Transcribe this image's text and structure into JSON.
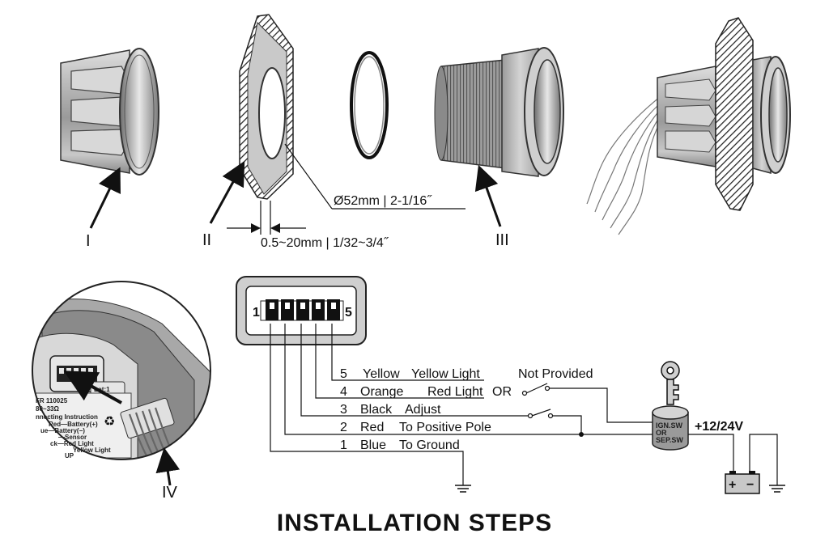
{
  "parts": {
    "part1_label": "I",
    "part2_label": "II",
    "part3_label": "III",
    "part4_label": "IV"
  },
  "dimensions": {
    "hole_diameter": "Ø52mm | 2-1/16˝",
    "panel_thickness": "0.5~20mm | 1/32~3/4˝"
  },
  "wiring": [
    {
      "num": "5",
      "color": "Yellow",
      "function": "Yellow Light"
    },
    {
      "num": "4",
      "color": "Orange",
      "function": "Red Light"
    },
    {
      "num": "3",
      "color": "Black",
      "function": "Adjust"
    },
    {
      "num": "2",
      "color": "Red",
      "function": "To Positive Pole"
    },
    {
      "num": "1",
      "color": "Blue",
      "function": "To Ground"
    }
  ],
  "switch": {
    "or_label": "OR",
    "not_provided": "Not  Provided",
    "ign_line1": "IGN.SW",
    "ign_line2": "OR",
    "ign_line3": "SEP.SW"
  },
  "battery": {
    "voltage": "+12/24V",
    "plus": "+",
    "minus": "−"
  },
  "connector_pins": {
    "left": "1",
    "right": "5"
  },
  "detail_label": {
    "line1": "FR 110025",
    "line2": "80~33Ω",
    "line3": "nnecting Instruction",
    "line4": "Red—Battery(+)",
    "line5": "ue—Battery(−)",
    "line6": "—Sensor",
    "line7": "ck—Red Light",
    "line8": "Yellow Light",
    "line9": "UP",
    "lot": "Lot:1",
    "recycle": "♻"
  },
  "title": "INSTALLATION STEPS"
}
